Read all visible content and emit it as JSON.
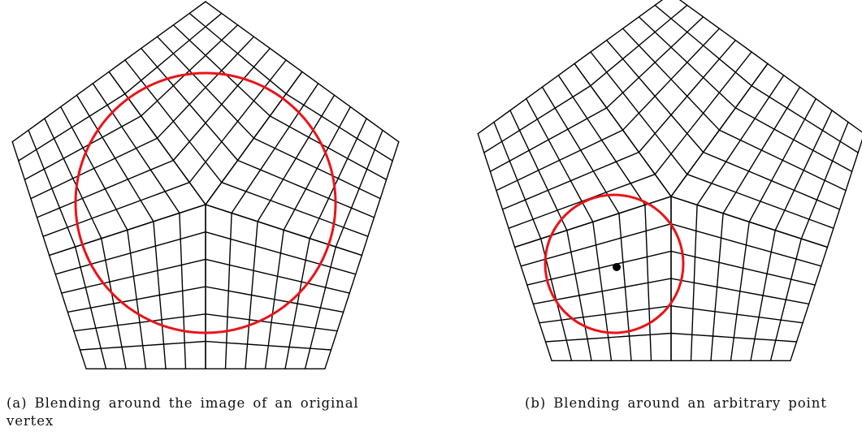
{
  "figures": [
    {
      "caption": "(a) Blending around the image of an original vertex",
      "line_color": "#000000",
      "circle_color": "#e8141a",
      "highlight": "circle around the central original vertex"
    },
    {
      "caption": "(b) Blending around an arbitrary point",
      "line_color": "#000000",
      "circle_color": "#e8141a",
      "highlight": "circle around an arbitrary marked point",
      "marker_color": "#000000"
    }
  ]
}
